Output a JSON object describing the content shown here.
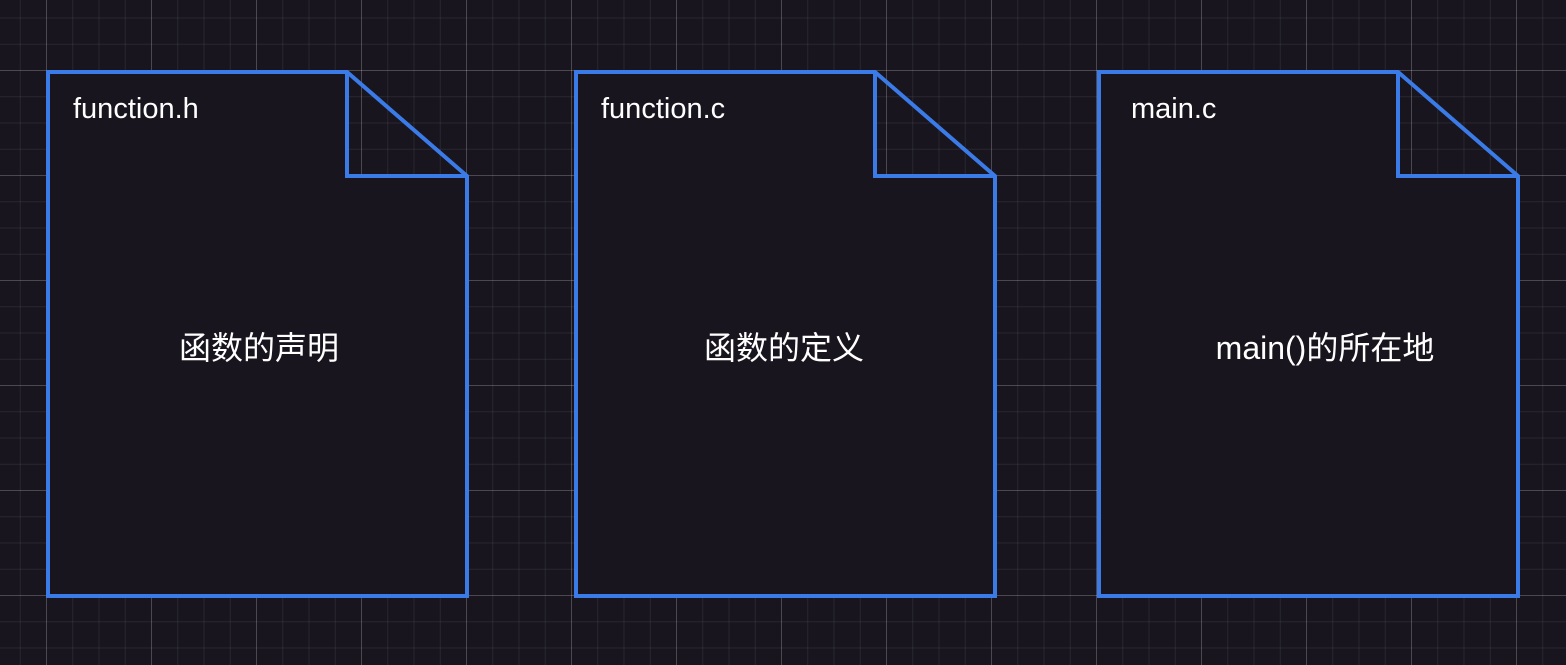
{
  "diagram": {
    "stroke_color": "#3b7be8",
    "fill_color": "#18151e",
    "documents": [
      {
        "title": "function.h",
        "content": "函数的声明"
      },
      {
        "title": "function.c",
        "content": "函数的定义"
      },
      {
        "title": "main.c",
        "content": "main()的所在地"
      }
    ]
  }
}
